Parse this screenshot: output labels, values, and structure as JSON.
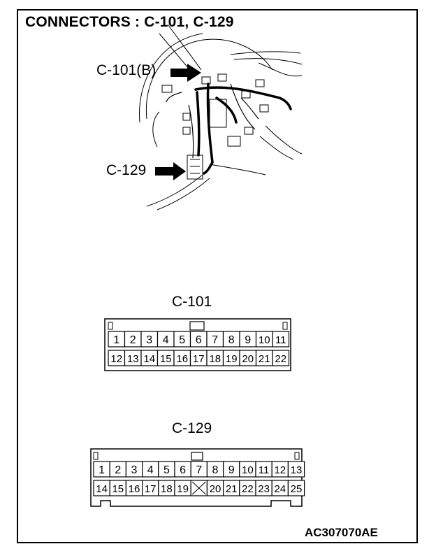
{
  "title": "CONNECTORS : C-101, C-129",
  "callouts": {
    "c101b": "C-101(B)",
    "c129": "C-129"
  },
  "connectors": {
    "c101": {
      "label": "C-101",
      "row1": [
        "1",
        "2",
        "3",
        "4",
        "5",
        "6",
        "7",
        "8",
        "9",
        "10",
        "11"
      ],
      "row2": [
        "12",
        "13",
        "14",
        "15",
        "16",
        "17",
        "18",
        "19",
        "20",
        "21",
        "22"
      ]
    },
    "c129": {
      "label": "C-129",
      "row1": [
        "1",
        "2",
        "3",
        "4",
        "5",
        "6",
        "7",
        "8",
        "9",
        "10",
        "11",
        "12",
        "13"
      ],
      "row2": [
        "14",
        "15",
        "16",
        "17",
        "18",
        "19",
        "",
        "20",
        "21",
        "22",
        "23",
        "24",
        "25"
      ]
    }
  },
  "figure_code": "AC307070AE"
}
